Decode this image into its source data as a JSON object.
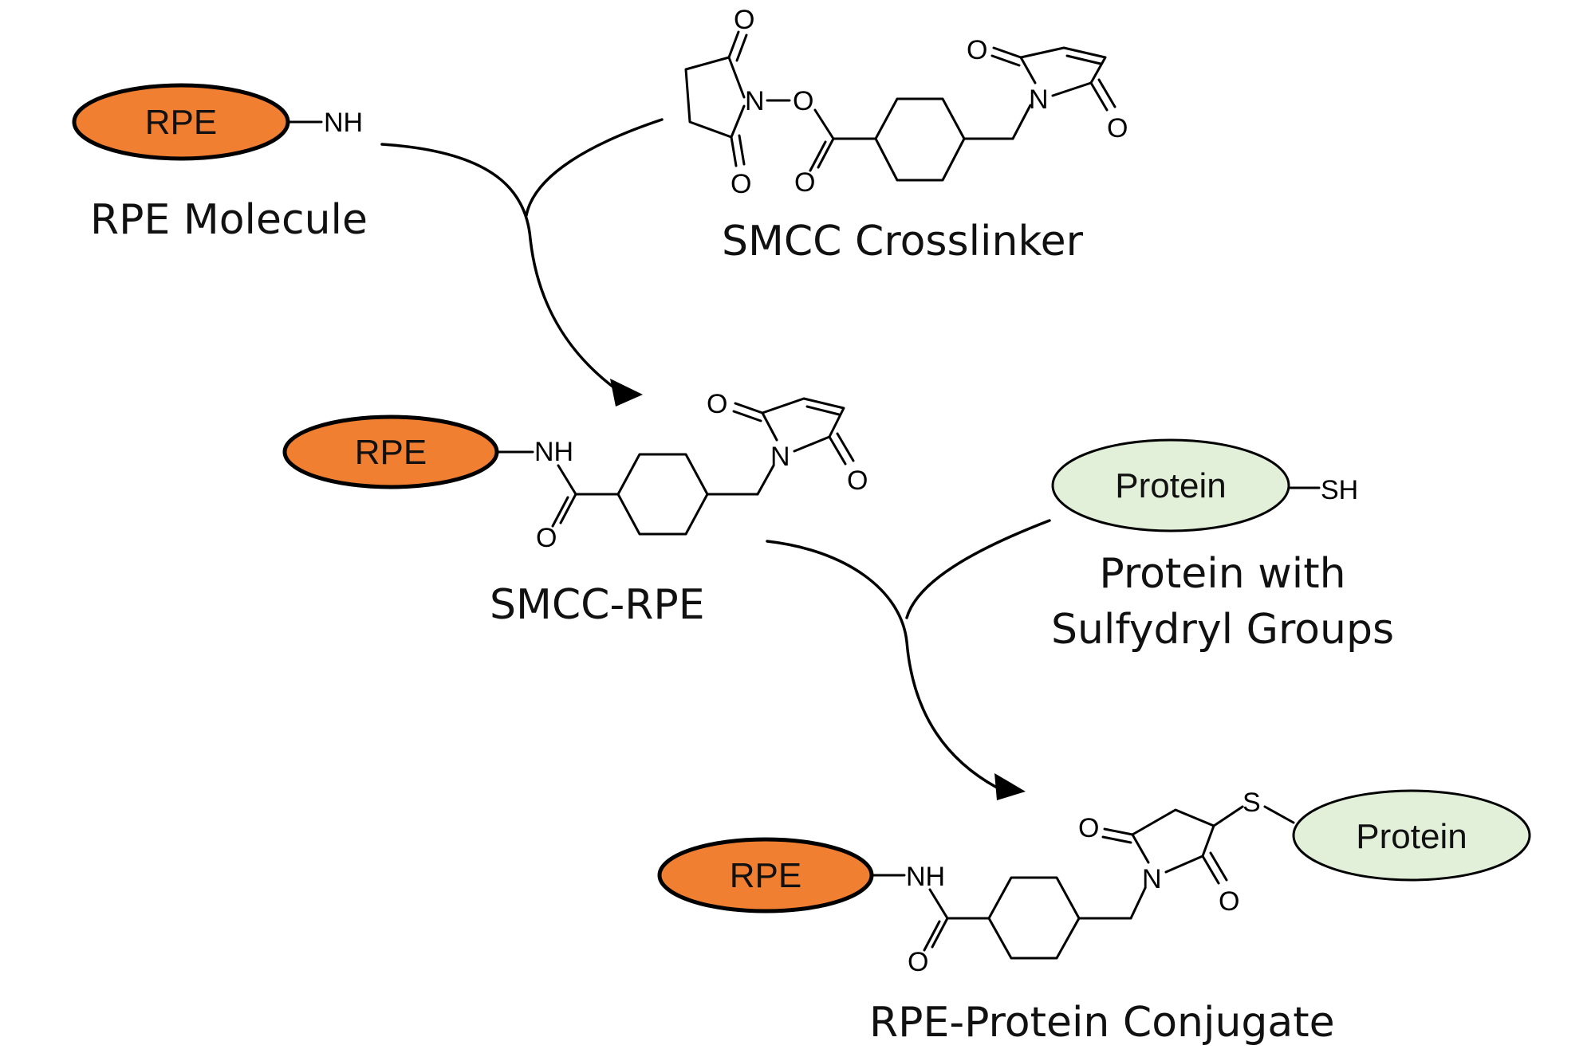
{
  "colors": {
    "rpe_fill": "#F07F32",
    "protein_fill": "#E2F0DA",
    "line": "#000000"
  },
  "labels": {
    "rpe": "RPE",
    "protein": "Protein"
  },
  "atoms": {
    "nh": "NH",
    "n": "N",
    "o": "O",
    "s": "S",
    "sh": "SH"
  },
  "captions": {
    "rpe_molecule": "RPE Molecule",
    "smcc_crosslinker": "SMCC Crosslinker",
    "smcc_rpe": "SMCC-RPE",
    "protein_sulfydryl_line1": "Protein with",
    "protein_sulfydryl_line2": "Sulfydryl Groups",
    "conjugate": "RPE-Protein Conjugate"
  }
}
